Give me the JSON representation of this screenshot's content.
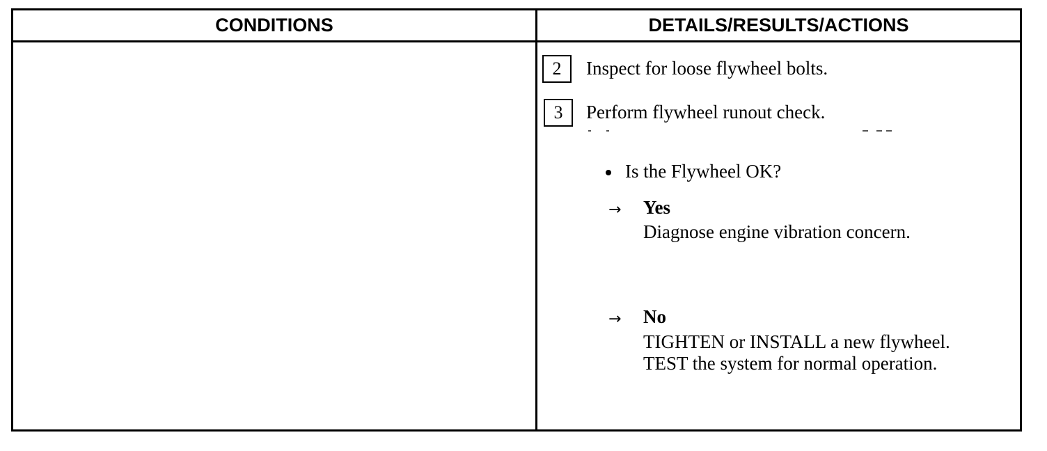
{
  "table": {
    "headers": {
      "conditions": "CONDITIONS",
      "details": "DETAILS/RESULTS/ACTIONS"
    },
    "steps": [
      {
        "number": "2",
        "text": "Inspect for loose flywheel bolts."
      },
      {
        "number": "3",
        "text": "Perform flywheel runout check."
      }
    ],
    "question": "Is the Flywheel OK?",
    "answers": {
      "yes": {
        "label": "Yes",
        "lines": [
          "Diagnose engine vibration concern."
        ]
      },
      "no": {
        "label": "No",
        "lines": [
          "TIGHTEN or INSTALL a new flywheel.",
          "TEST the system for normal operation."
        ]
      }
    },
    "arrow_glyph": "→"
  }
}
